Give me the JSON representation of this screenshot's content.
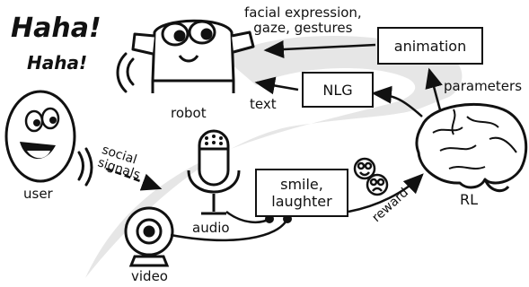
{
  "exclamations": {
    "big": "Haha!",
    "small": "Haha!"
  },
  "labels": {
    "user": "user",
    "robot": "robot",
    "text": "text",
    "outputs": "facial expression,\ngaze, gestures",
    "parameters": "parameters",
    "audio": "audio",
    "video": "video",
    "social_signals": "social\nsignals",
    "reward": "reward",
    "rl": "RL"
  },
  "boxes": {
    "animation": "animation",
    "nlg": "NLG",
    "detector": "smile,\nlaughter"
  },
  "colors": {
    "ink": "#111111",
    "flow_band": "#e6e6e6",
    "background": "#ffffff"
  }
}
